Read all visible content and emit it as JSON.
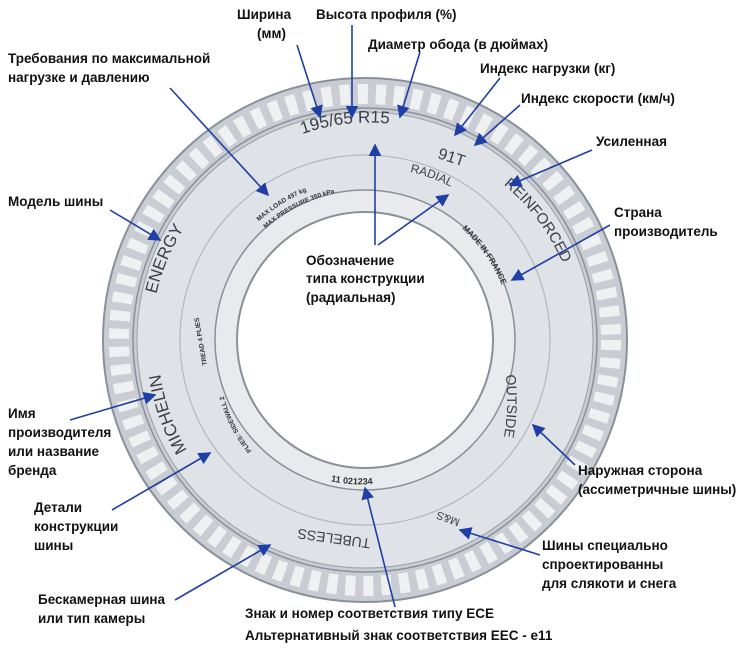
{
  "tire_markings": {
    "size": "195/65 R15",
    "load_speed": "91T",
    "max_load": "MAX LOAD 497 kg",
    "max_pressure": "MAX PRESSURE 350 kPa",
    "radial": "RADIAL",
    "model": "ENERGY",
    "brand": "MICHELIN",
    "reinforced": "REINFORCED",
    "made_in": "MADE IN FRANCE",
    "outside": "OUTSIDE",
    "ms": "M&S",
    "tubeless": "TUBELESS",
    "ece_number": "11 021234",
    "ply_details": "PLIES: SIDEWALL 2",
    "ply_details_2": "TREAD 4 PLIES"
  },
  "labels": {
    "width": [
      "Ширина",
      "(мм)"
    ],
    "profile_height": [
      "Высота профиля (%)"
    ],
    "rim_diameter": [
      "Диаметр обода (в дюймах)"
    ],
    "load_index": [
      "Индекс нагрузки (кг)"
    ],
    "speed_index": [
      "Индекс скорости (км/ч)"
    ],
    "max_load_pressure": [
      "Требования по максимальной",
      "нагрузке и давлению"
    ],
    "reinforced": [
      "Усиленная"
    ],
    "model": [
      "Модель шины"
    ],
    "country": [
      "Страна",
      "производитель"
    ],
    "construction": [
      "Обозначение",
      "типа конструкции",
      "(радиальная)"
    ],
    "manufacturer": [
      "Имя",
      "производителя",
      "или название",
      "бренда"
    ],
    "outside": [
      "Наружная сторона",
      "(ассиметричные шины)"
    ],
    "construction_details": [
      "Детали",
      "конструкции",
      "шины"
    ],
    "mud_snow": [
      "Шины специально",
      "спроектированны",
      "для слякоти и снега"
    ],
    "tubeless": [
      "Бескамерная шина",
      "или тип камеры"
    ],
    "ece": [
      "Знак и номер соответствия типу ECE",
      "Альтернативный знак соответствия EEC - e11"
    ]
  },
  "colors": {
    "arrow": "#1f3fa6",
    "tire_face": "#dfe2e6",
    "tire_outline": "#8a9099",
    "label_text": "#111111"
  }
}
